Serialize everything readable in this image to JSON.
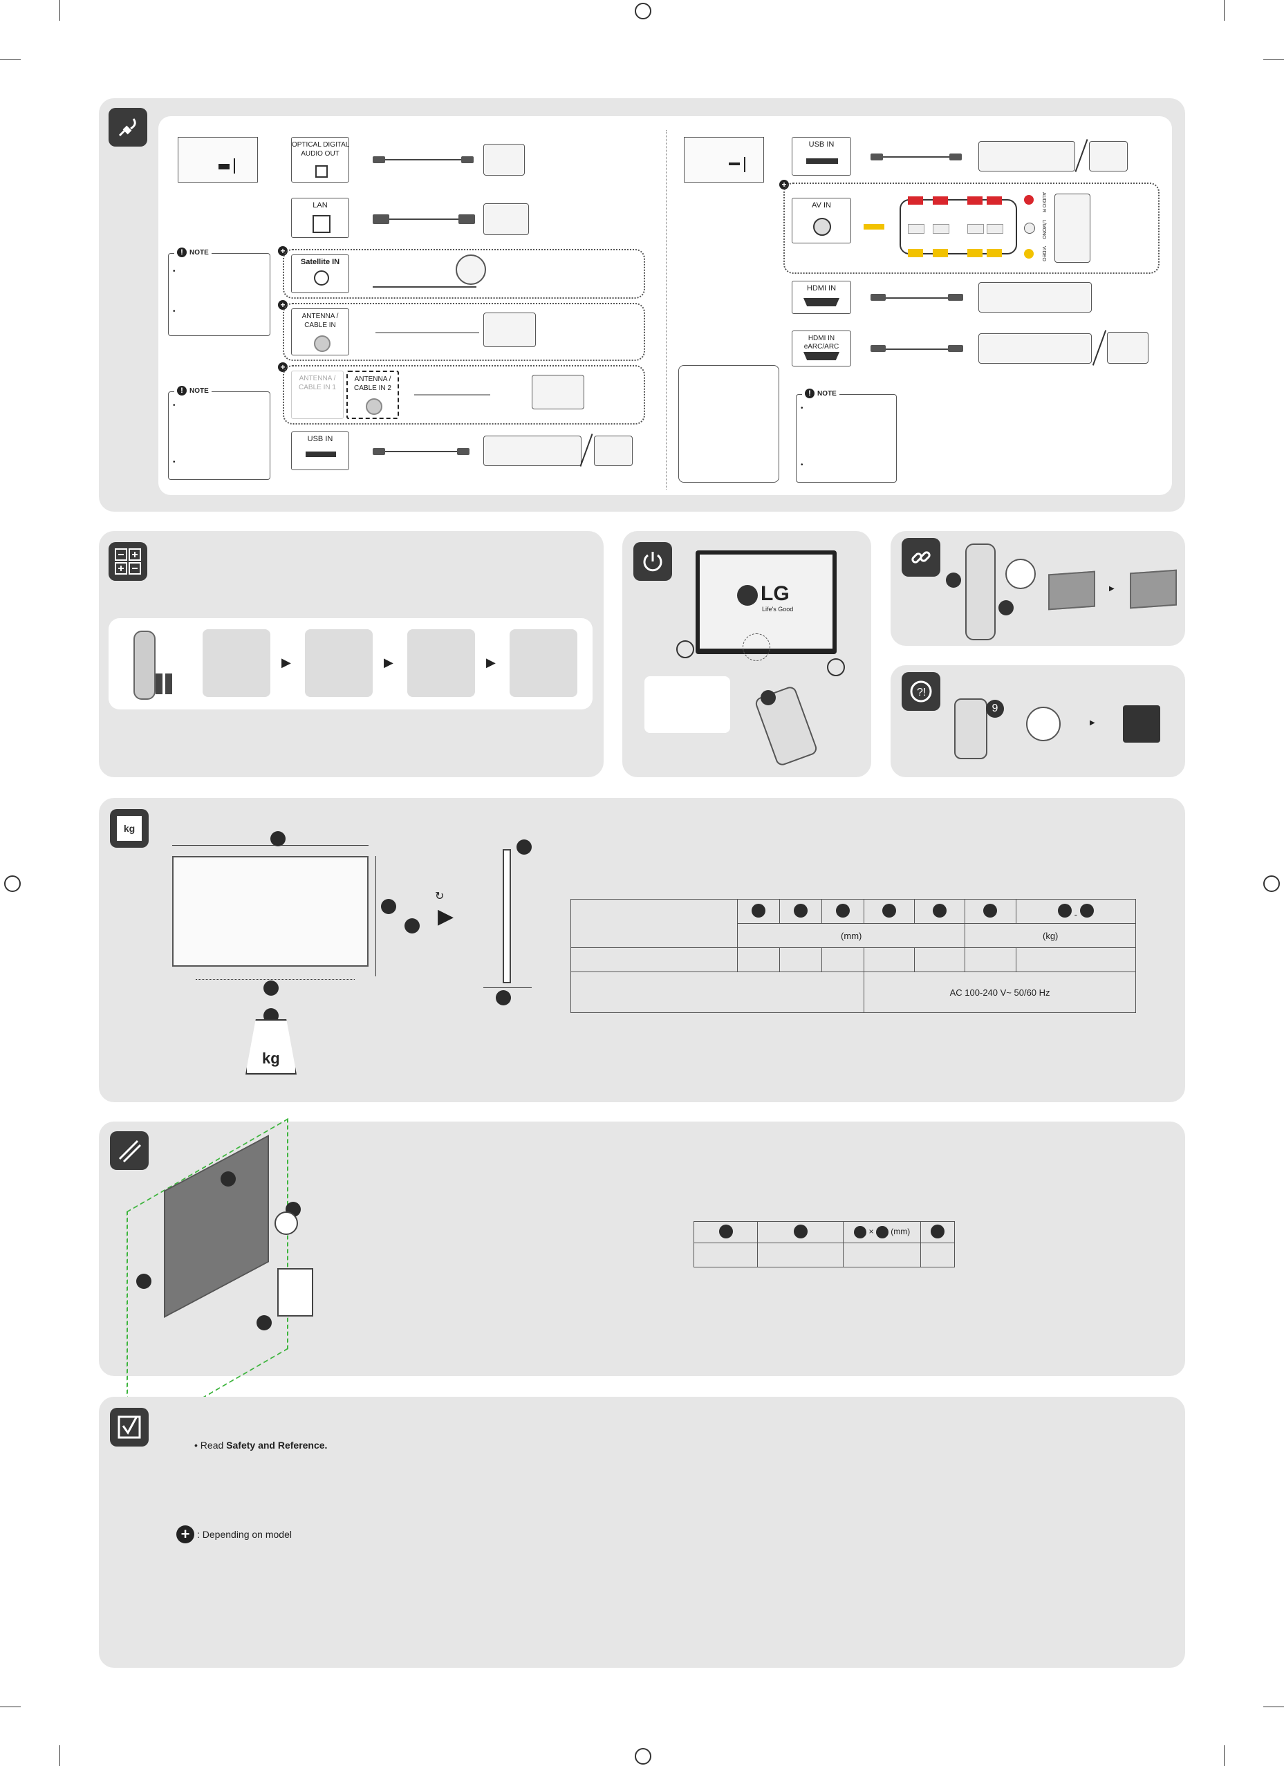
{
  "ports_left": {
    "optical": "OPTICAL DIGITAL\nAUDIO OUT",
    "lan": "LAN",
    "satellite": "Satellite IN",
    "antenna": "ANTENNA /\nCABLE IN",
    "antenna1": "ANTENNA /\nCABLE IN 1",
    "antenna2": "ANTENNA /\nCABLE IN 2",
    "usb": "USB IN"
  },
  "ports_right": {
    "usb": "USB IN",
    "av": "AV IN",
    "hdmi": "HDMI IN",
    "hdmi_earc": "HDMI IN\neARC/ARC",
    "av_labels": [
      "L/MONO",
      "AUDIO R",
      "VIDEO"
    ]
  },
  "note_label": "NOTE",
  "lg": {
    "brand": "LG",
    "slogan": "Life's Good"
  },
  "help_number": "9",
  "spec_table": {
    "unit_mm": "(mm)",
    "unit_kg": "(kg)",
    "power": "AC 100-240 V~ 50/60 Hz"
  },
  "wall_table": {
    "unit": "(mm)",
    "times": "×"
  },
  "check": {
    "read_prefix": "• Read ",
    "read_bold": "Safety and Reference.",
    "plus_note": ": Depending on model"
  },
  "kg_label": "kg",
  "colors": {
    "panel": "#e6e6e6",
    "icon": "#3a3a3a",
    "wall_dash": "#3cb43c",
    "red": "#d9262c",
    "yellow": "#f2c200"
  }
}
